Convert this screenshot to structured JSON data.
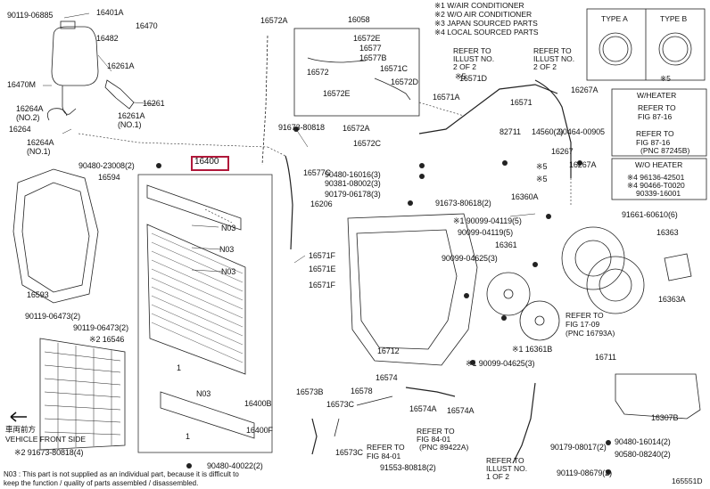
{
  "title_part": "16400",
  "diagram_id": "165551D",
  "legend_notes": [
    "※1 W/AIR CONDITIONER",
    "※2 W/O AIR CONDITIONER",
    "※3 JAPAN SOURCED PARTS",
    "※4 LOCAL SOURCED PARTS"
  ],
  "type_a": "TYPE A",
  "type_b": "TYPE B",
  "type_note": "※5",
  "w_heater": {
    "header": "W/HEATER",
    "lines": [
      "REFER TO",
      "FIG 87-16",
      "REFER TO",
      "FIG 87-16",
      "(PNC 87245B)"
    ]
  },
  "wo_heater": {
    "header": "W/O HEATER",
    "lines": [
      "※4 96136-42501",
      "※4 90466-T0020",
      "90339-16001"
    ]
  },
  "refer_notes": {
    "illust_1": [
      "REFER TO",
      "ILLUST NO.",
      "2 OF 2"
    ],
    "illust_2": [
      "REFER TO",
      "ILLUST NO.",
      "2 OF 2"
    ],
    "fig_17_09": [
      "REFER TO",
      "FIG 17-09",
      "(PNC 16793A)"
    ],
    "fig_84_01_a": [
      "REFER TO",
      "FIG 84-01",
      "(PNC 89422A)"
    ],
    "fig_84_01_b": [
      "REFER TO",
      "FIG 84-01"
    ],
    "illust_3": [
      "REFER TO",
      "ILLUST NO.",
      "1 OF 2"
    ]
  },
  "vehicle_front": [
    "車両前方",
    "VEHICLE FRONT SIDE"
  ],
  "footnote": [
    "N03 : This part is not supplied as an individual part, because it is difficult to",
    "keep the function / quality of parts assembled / disassembled."
  ],
  "labels": [
    {
      "t": "90119-06885"
    },
    {
      "t": "16401A"
    },
    {
      "t": "16470"
    },
    {
      "t": "16482"
    },
    {
      "t": "16261A"
    },
    {
      "t": "16470M"
    },
    {
      "t": "16261"
    },
    {
      "t": "16264A"
    },
    {
      "t": "(NO.2)"
    },
    {
      "t": "16261A"
    },
    {
      "t": "(NO.1)"
    },
    {
      "t": "16264"
    },
    {
      "t": "16264A"
    },
    {
      "t": "(NO.1)"
    },
    {
      "t": "90480-23008(2)"
    },
    {
      "t": "16594"
    },
    {
      "t": "16593"
    },
    {
      "t": "90119-06473(2)"
    },
    {
      "t": "90119-06473(2)"
    },
    {
      "t": "※2 16546"
    },
    {
      "t": "※2 91673-80818(4)"
    },
    {
      "t": "16572A"
    },
    {
      "t": "91673-80818"
    },
    {
      "t": "16206"
    },
    {
      "t": "N03"
    },
    {
      "t": "N03"
    },
    {
      "t": "N03"
    },
    {
      "t": "N03"
    },
    {
      "t": "16571F"
    },
    {
      "t": "16571E"
    },
    {
      "t": "16571F"
    },
    {
      "t": "16400B"
    },
    {
      "t": "16400F"
    },
    {
      "t": "90480-40022(2)"
    },
    {
      "t": "16058"
    },
    {
      "t": "16572E"
    },
    {
      "t": "16577"
    },
    {
      "t": "16577B"
    },
    {
      "t": "16572"
    },
    {
      "t": "16571C"
    },
    {
      "t": "16572D"
    },
    {
      "t": "16572E"
    },
    {
      "t": "16572A"
    },
    {
      "t": "16572C"
    },
    {
      "t": "16577C"
    },
    {
      "t": "90480-16016(3)"
    },
    {
      "t": "90381-08002(3)"
    },
    {
      "t": "90179-06178(3)"
    },
    {
      "t": "91673-80618(2)"
    },
    {
      "t": "16571D"
    },
    {
      "t": "16571A"
    },
    {
      "t": "16571"
    },
    {
      "t": "16267A"
    },
    {
      "t": "82711"
    },
    {
      "t": "14560(2)"
    },
    {
      "t": "90464-00905"
    },
    {
      "t": "16267"
    },
    {
      "t": "16267A"
    },
    {
      "t": "※5"
    },
    {
      "t": "※5"
    },
    {
      "t": "※5"
    },
    {
      "t": "16360A"
    },
    {
      "t": "※1 90099-04119(5)"
    },
    {
      "t": "90099-04119(5)"
    },
    {
      "t": "16361"
    },
    {
      "t": "91661-60610(6)"
    },
    {
      "t": "16363"
    },
    {
      "t": "90099-04625(3)"
    },
    {
      "t": "16363A"
    },
    {
      "t": "16712"
    },
    {
      "t": "※1 16361B"
    },
    {
      "t": "※1 90099-04625(3)"
    },
    {
      "t": "16711"
    },
    {
      "t": "16573B"
    },
    {
      "t": "16578"
    },
    {
      "t": "16573C"
    },
    {
      "t": "16574"
    },
    {
      "t": "16574A"
    },
    {
      "t": "16574A"
    },
    {
      "t": "16573C"
    },
    {
      "t": "91553-80818(2)"
    },
    {
      "t": "16307B"
    },
    {
      "t": "90179-08017(2)"
    },
    {
      "t": "90480-16014(2)"
    },
    {
      "t": "90580-08240(2)"
    },
    {
      "t": "90119-08679(2)"
    },
    {
      "t": "1"
    },
    {
      "t": "1"
    }
  ]
}
